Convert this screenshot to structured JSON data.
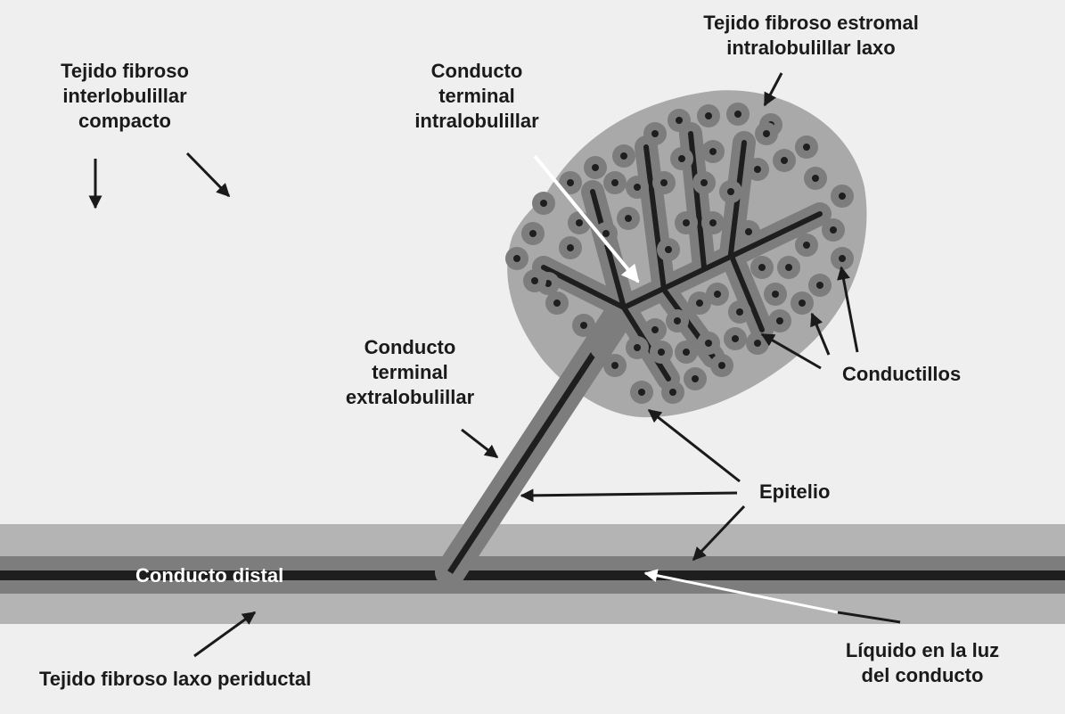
{
  "labels": {
    "interlobulillar": [
      "Tejido fibroso",
      "interlobulillar",
      "compacto"
    ],
    "intralobulillar_terminal": [
      "Conducto",
      "terminal",
      "intralobulillar"
    ],
    "estromal": [
      "Tejido fibroso estromal",
      "intralobulillar laxo"
    ],
    "extralobulillar_terminal": [
      "Conducto",
      "terminal",
      "extralobulillar"
    ],
    "conductillos": "Conductillos",
    "epitelio": "Epitelio",
    "conducto_distal": "Conducto distal",
    "periductal": "Tejido fibroso laxo periductal",
    "liquido": [
      "Líquido en la luz",
      "del conducto"
    ]
  },
  "colors": {
    "background": "#efefef",
    "lobule_stroma": "#a9a9a9",
    "epithelium": "#7d7d7d",
    "lumen": "#1e1e1e",
    "periductal_band": "#b4b4b4",
    "arrow": "#1a1a1a",
    "arrow_white": "#ffffff"
  }
}
